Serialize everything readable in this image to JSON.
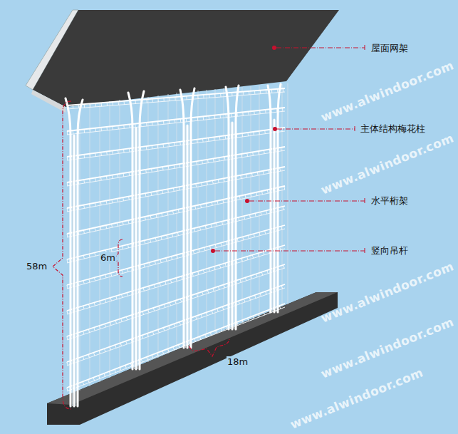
{
  "diagram": {
    "labels": [
      "屋面网架",
      "主体结构梅花柱",
      "水平桁架",
      "竖向吊杆",
      "6m",
      "58m",
      "18m",
      "www.alwindoor.com",
      "www.alwindoor.com",
      "www.alwindoor.com",
      "www.alwindoor.com",
      "www.alwindoor.com"
    ]
  }
}
